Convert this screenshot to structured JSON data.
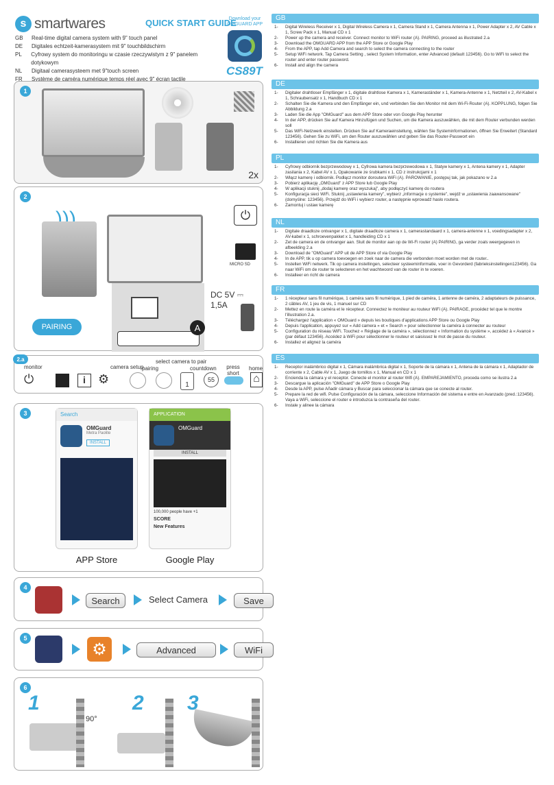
{
  "header": {
    "brand": "smartwares",
    "guide": "QUICK START GUIDE",
    "download": "Download your OMGUARD APP",
    "model": "CS89T",
    "langs": [
      {
        "code": "GB",
        "text": "Real-time digital camera system with 9\" touch panel"
      },
      {
        "code": "DE",
        "text": "Digitales echtzeit-kamerasystem mit 9\" touchbildschirm"
      },
      {
        "code": "PL",
        "text": "Cyfrowy system do monitoringu w czasie rzeczywistym z 9\" panelem dotykowym"
      },
      {
        "code": "NL",
        "text": "Digitaal camerasysteem met 9\"touch screen"
      },
      {
        "code": "FR",
        "text": "Système de caméra numérique temps réel avec 9\" écran tactile"
      },
      {
        "code": "ES",
        "text": "Sistema de cámara digital a tiempo real con 9\" pantalla táctil"
      }
    ]
  },
  "s1": {
    "no": "1",
    "count": "2x"
  },
  "s2": {
    "no": "2",
    "pairing": "PAIRING",
    "microsd": "MICRO SD",
    "dc": "DC 5V",
    "amp": "1,5A",
    "a": "A"
  },
  "s2a": {
    "no": "2.a",
    "monitor": "monitor",
    "camera_setup": "camera setup",
    "select": "select camera to pair",
    "pairing": "pairing",
    "countdown": "countdown",
    "press": "press short 1sec",
    "home": "home",
    "c55": "55",
    "one": "1"
  },
  "s3": {
    "no": "3",
    "appstore": "APP Store",
    "gplay": "Google Play",
    "search": "Search",
    "omguard": "OMGuard",
    "metra": "Metra Paolite",
    "install": "INSTALL",
    "application": "APPLICATION",
    "omg2": "OMGuard",
    "install2": "INSTALL",
    "people": "100,000 people have +1",
    "score": "SCORE",
    "newf": "New Features"
  },
  "s4": {
    "no": "4",
    "search": "Search",
    "select": "Select Camera",
    "save": "Save"
  },
  "s5": {
    "no": "5",
    "advanced": "Advanced",
    "wifi": "WiFi"
  },
  "s6": {
    "no": "6",
    "one": "1",
    "two": "2",
    "three": "3",
    "deg": "90°"
  },
  "sections": [
    {
      "code": "GB",
      "items": [
        "Digital Wireless Receiver x 1, Digital Wireless Camera x 1, Camera Stand x 1, Camera Antenna x 1, Power Adapter x 2, AV Cable x 1, Screw Pack x 1, Manual CD x 1",
        "Power up the camera and receiver. Connect monitor to WiFi router (A). PAIRING, proceed as illustrated 2.a",
        "Download the OMGUARD APP from the APP Store or Google Play",
        "From the APP, tap Add Camera and search to select the camera connecting to the router",
        "Setup WiFi network. Tap Camera Setting , select System Information, enter Advanced (default 123456). Go to WiFi to select the router and enter router password.",
        "Install and align the camera"
      ]
    },
    {
      "code": "DE",
      "items": [
        "Digitaler drahtloser Empfänger x 1, digitale drahtlose Kamera x 1, Kameraständer x 1, Kamera-Antenne x 1, Netzteil x 2, AV-Kabel x 1, Schraubensatz x 1, Handbuch CD x 1",
        "Schalten Sie die Kamera und den Empfänger ein, und verbinden Sie den Monitor mit dem Wi-Fi-Router (A). KOPPLUNG, folgen Sie Abbildung 2.a",
        "Laden Sie die App \"OMGuard\" aus dem APP Store oder von Google Play herunter",
        "In der APP, drücken Sie auf Kamera Hinzufügen und Suchen, um die Kamera auszuwählen, die mit dem Router verbunden werden soll",
        "Das WiFi-Netzwerk einstellen. Drücken Sie auf Kameraeinstellung, wählen Sie Systeminformationen, öffnen Sie Erweitert (Standard 123456). Gehen Sie zu WiFi, um den Router auszuwählen und geben Sie das Router-Passwort ein",
        "Installieren und richten Sie die Kamera aus"
      ]
    },
    {
      "code": "PL",
      "items": [
        "Cyfrowy odbiornik bezprzewodowy x 1, Cyfrowa kamera bezprzewodowa x 1, Statyw kamery x 1, Antena kamery x 1, Adapter zasilania x 2, Kabel AV x 1, Opakowanie ze śrubkami x 1, CD z instrukcjami x 1",
        "Włącz kamerę i odbiornik. Podłącz monitor doroutera WiFi (A). PAROWANIE, postępuj tak, jak pokazano w 2.a",
        "Pobierz aplikację „OMGuard\" z APP Store lub Google Play",
        "W aplikacji stuknij „dodaj kamerę oraz wyszukaj\", aby podłączyć kamerę do routera",
        "Konfiguracja sieci WiFi. Stuknij „ustawienia kamery\", wybierz „informacje o systemie\", wejdź w „ustawienia zaawansowane\" (domyślne: 123456). Przejdź do WiFi i wybierz router, a następnie wprowadź hasło routera.",
        "Zamontuj i ustaw kamerę"
      ]
    },
    {
      "code": "NL",
      "items": [
        "Digitale draadloze ontvanger x 1, digitale draadloze camera x 1, camerastandaard x 1, camera-antenne x 1, voedingsadapter x 2, AV-kabel x 1, schroevenpakket x 1, handleiding CD x 1",
        "Zet de camera en de ontvanger aan. Sluit de monitor aan op de Wi-Fi router (A) PAIRING, ga verder zoals weergegeven in afbeelding 2.a",
        "Download de \"OMGuard\" APP uit de APP Store of via Google Play",
        "In de APP, tik u op camera toevoegen en zoek naar de camera die verbonden moet worden met de router..",
        "Instellen WiFi netwerk. Tik op camera instellingen, selecteer systeeminformatie, voer in Gevorderd (fabrieksinstellingen123456). Ga naar WiFi om de router te selecteren en het wachtwoord van de router in te voeren.",
        "Installeer en richt de camera"
      ]
    },
    {
      "code": "FR",
      "items": [
        "1 récepteur sans fil numérique, 1 caméra sans fil numérique, 1 pied de caméra, 1 antenne de caméra, 2 adaptateurs de puissance, 2 câbles AV, 1 jeu de vis, 1 manuel sur CD",
        "Mettez en route la caméra et le récepteur. Connectez le moniteur au routeur WiFi (A). PAIRAGE, procédez tel que le montre l'illustration 2.a.",
        "Téléchargez l'application « OMGuard » depuis les boutiques d'applications APP Store ou Google Play",
        "Depuis l'application, appuyez sur « Add camera » et « Search » pour sélectionner la caméra à connecter au routeur",
        "Configuration du réseau WiFi. Touchez « Réglage de la caméra », sélectionnez « Information du système », accédez à « Avancé » (par défaut 123456). Accédez à WiFi pour sélectionner le routeur et saisissez le mot de passe du routeur.",
        "Installez et alignez la caméra"
      ]
    },
    {
      "code": "ES",
      "items": [
        "Receptor inalámbrico digital x 1, Cámara inalámbrica digital x 1, Soporte de la cámara x 1, Antena de la cámara x 1, Adaptador de corriente x 2, Cable AV x 1, Juego de tornillos x 1, Manual en CD x 1",
        "Encienda la cámara y el receptor. Conecte el monitor al router Wifi (A). EMPAREJAMIENTO, proceda como se ilustra 2.a",
        "Descargue la aplicación \"OMGuard\" de APP Store o Google Play",
        "Desde la APP, pulse Añadir cámara y Buscar para seleccionar la cámara que se conecte al router.",
        "Prepare la red de wifi. Pulse Configuración de la cámara, seleccione Información del sistema e entre en Avanzado (pred.:123456). Vaya a WiFi, seleccione el router e introduzca la contraseña del router.",
        "Instale y alinee la cámara"
      ]
    }
  ]
}
